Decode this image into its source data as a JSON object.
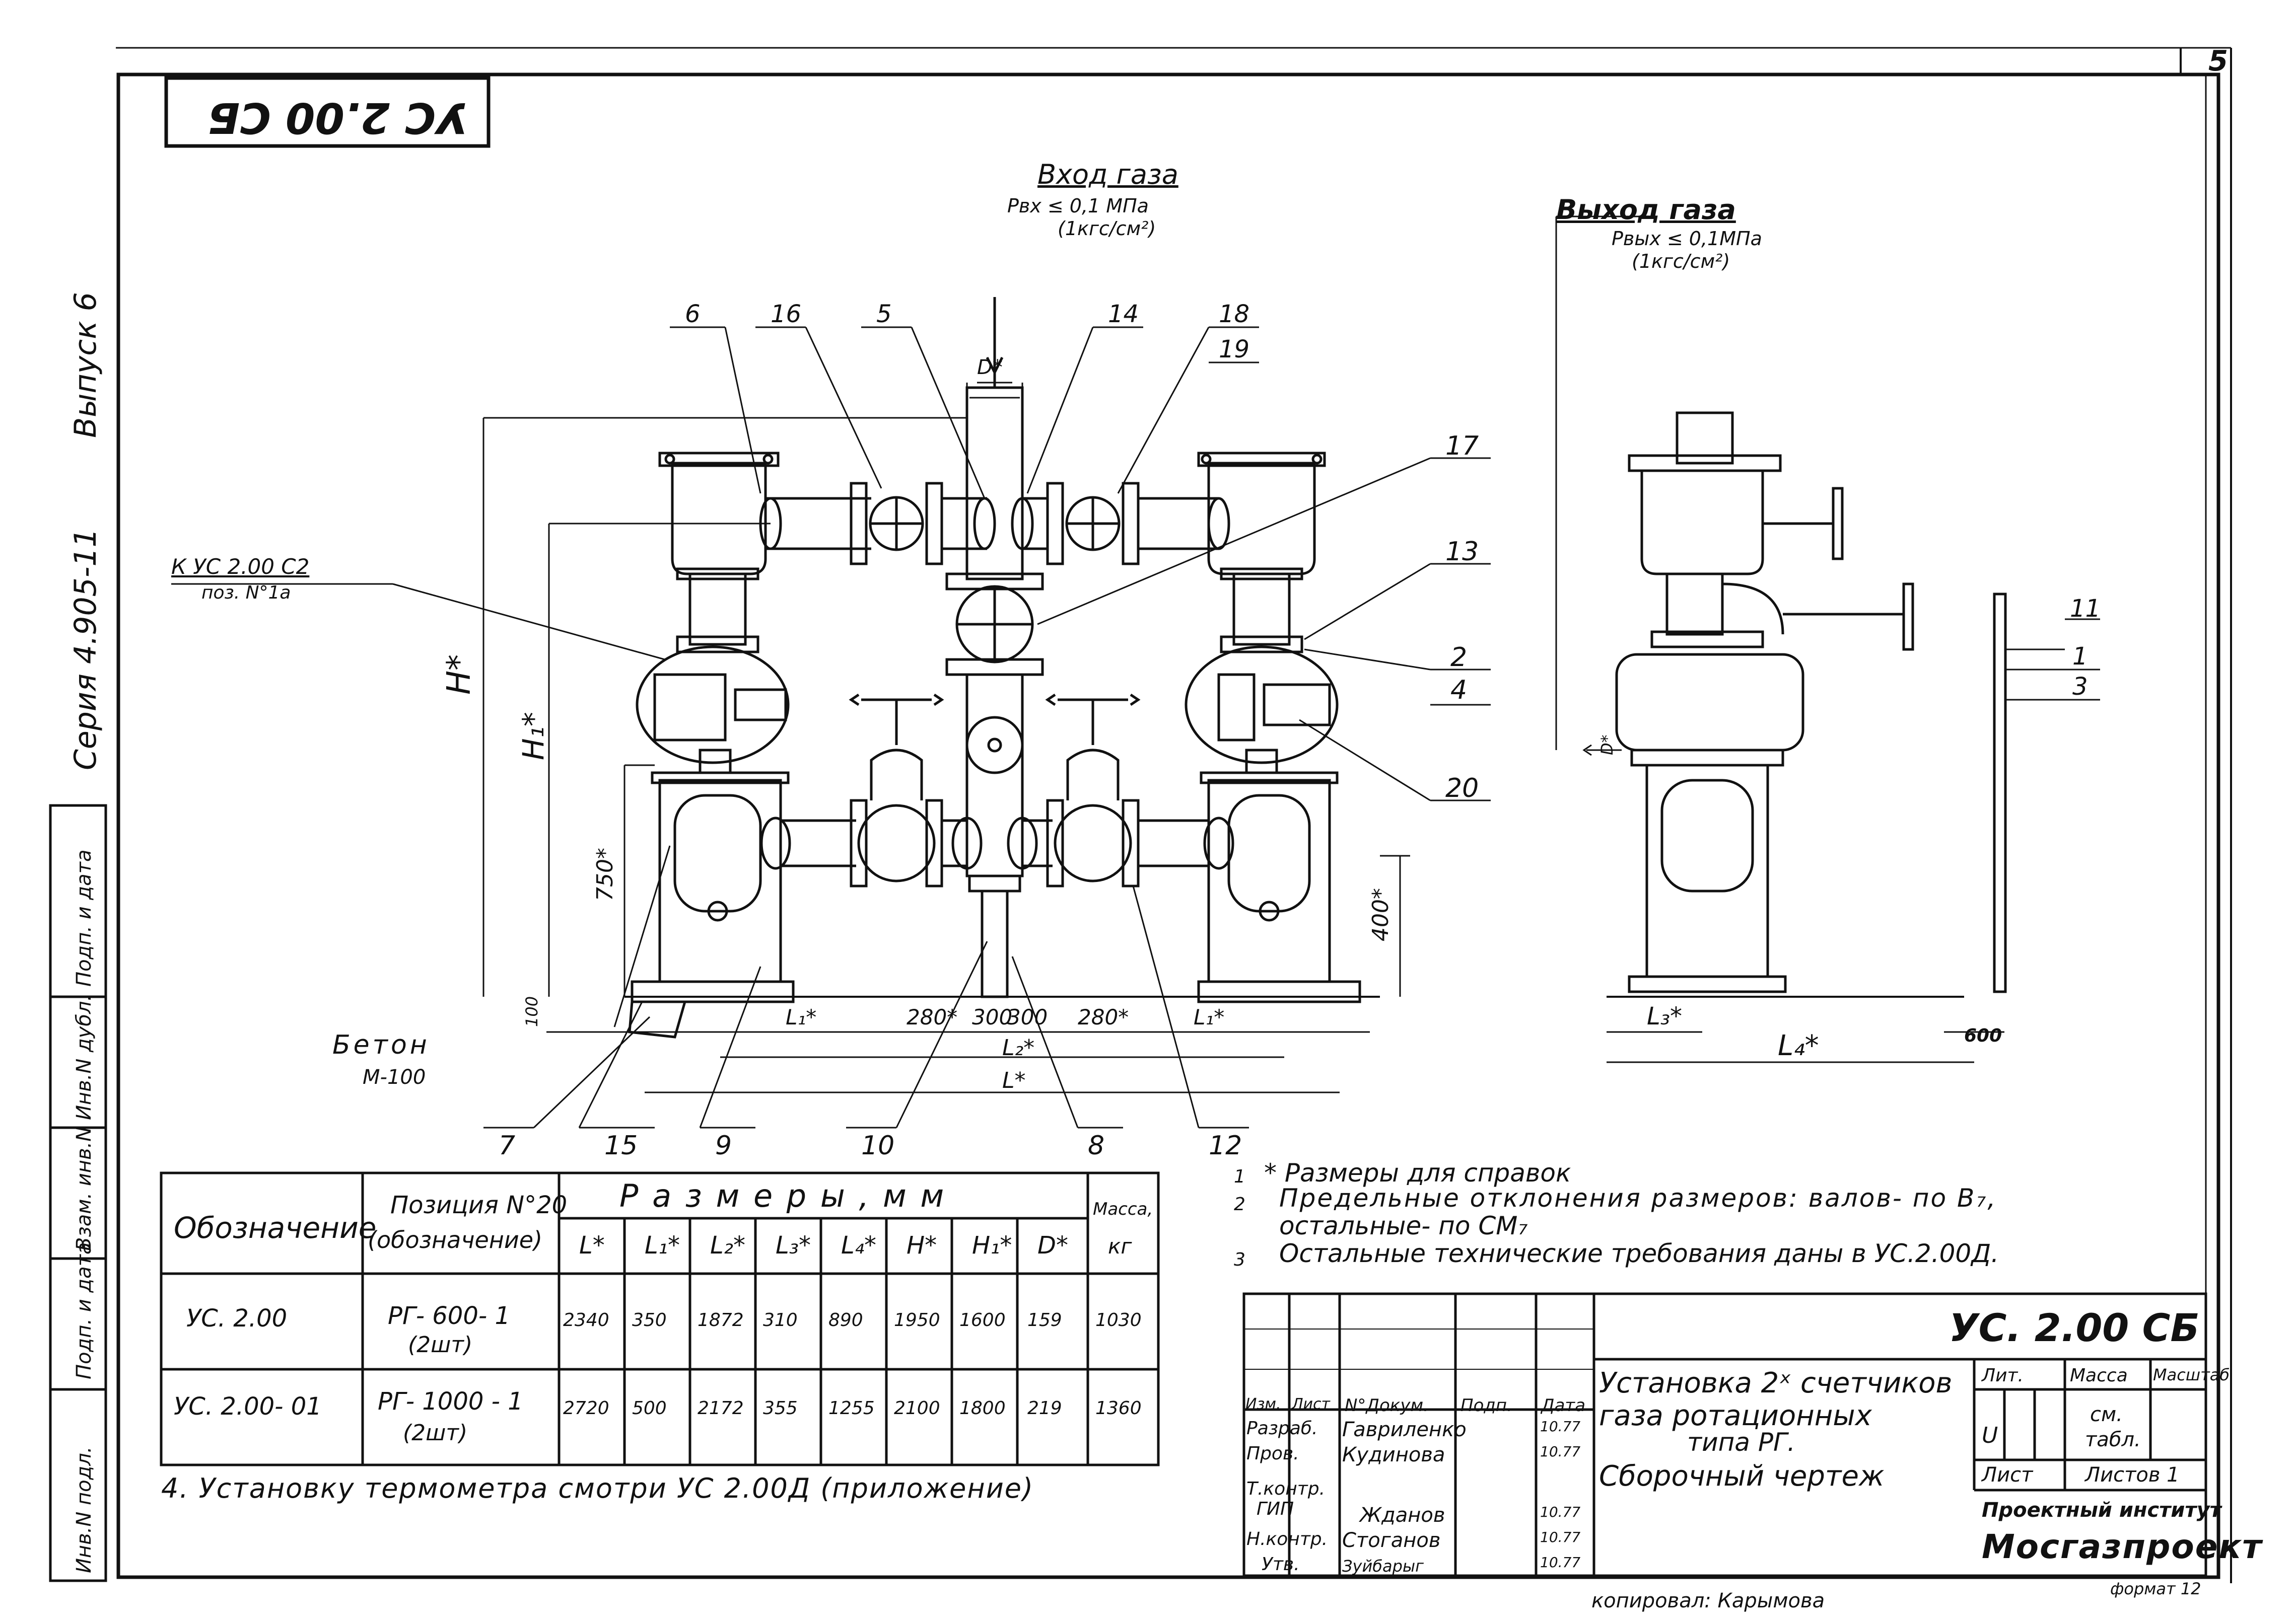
{
  "sheet": {
    "page_number": "5",
    "code_rotated": "УС 2.00 СБ",
    "format": "формат 12",
    "copied": "копировал: Карымова"
  },
  "left_margin": {
    "issue": "Выпуск 6",
    "series": "Серия 4.905-11",
    "stamp_cells": [
      "Инв.N подл.",
      "Подп. и дата",
      "Взам. инв.N",
      "Инв.N дубл.",
      "Подп. и дата"
    ]
  },
  "diagram": {
    "gas_inlet": "Вход газа",
    "gas_inlet_p1": "Рвх ≤ 0,1 МПа",
    "gas_inlet_p2": "(1кгс/см²)",
    "gas_outlet": "Выход газа",
    "gas_outlet_p1": "Рвых ≤ 0,1МПа",
    "gas_outlet_p2": "(1кгс/см²)",
    "link_ref": "К УС 2.00 С2",
    "link_pos": "поз. N°1а",
    "concrete": "Бетон",
    "concrete_grade": "М-100",
    "dim_D": "D*",
    "dim_H": "H*",
    "dim_H1": "H₁*",
    "dim_750": "750*",
    "dim_400": "400*",
    "dim_100": "100",
    "dim_L1a": "L₁*",
    "dim_L1b": "L₁*",
    "dim_280a": "280*",
    "dim_300a": "300",
    "dim_300b": "300",
    "dim_280b": "280*",
    "dim_L2": "L₂*",
    "dim_L": "L*",
    "dim_L3": "L₃*",
    "dim_L4": "L₄*",
    "dim_600": "600",
    "dim_D_side": "D*",
    "pos": {
      "p6": "6",
      "p16": "16",
      "p5": "5",
      "p14": "14",
      "p18": "18",
      "p19": "19",
      "p17": "17",
      "p13": "13",
      "p2": "2",
      "p4": "4",
      "p20": "20",
      "p7": "7",
      "p15": "15",
      "p9": "9",
      "p10": "10",
      "p8": "8",
      "p12": "12",
      "p11": "11",
      "p1": "1",
      "p3": "3"
    }
  },
  "notes": {
    "n1_num": "1",
    "n1": "* Размеры для справок",
    "n2_num": "2",
    "n2a": "Предельные отклонения размеров: валов- по В₇,",
    "n2b": "остальные- по СМ₇",
    "n3_num": "3",
    "n3": "Остальные технические требования даны в УС.2.00Д.",
    "n4": "4. Установку термометра смотри УС 2.00Д (приложение)"
  },
  "table": {
    "col_designation": "Обозначение",
    "col_position_1": "Позиция N°20",
    "col_position_2": "(обозначение)",
    "col_sizes": "Р а з м е р ы ,   м м",
    "col_mass_1": "Масса,",
    "col_mass_2": "кг",
    "size_headers": [
      "L*",
      "L₁*",
      "L₂*",
      "L₃*",
      "L₄*",
      "H*",
      "H₁*",
      "D*"
    ],
    "rows": [
      {
        "designation": "УС. 2.00",
        "position": "РГ- 600- 1",
        "position_qty": "(2шт)",
        "values": [
          "2340",
          "350",
          "1872",
          "310",
          "890",
          "1950",
          "1600",
          "159"
        ],
        "mass": "1030"
      },
      {
        "designation": "УС. 2.00- 01",
        "position": "РГ- 1000 - 1",
        "position_qty": "(2шт)",
        "values": [
          "2720",
          "500",
          "2172",
          "355",
          "1255",
          "2100",
          "1800",
          "219"
        ],
        "mass": "1360"
      }
    ]
  },
  "title_block": {
    "code": "УС. 2.00 СБ",
    "title_1": "Установка 2ˣ счетчиков",
    "title_2": "газа ротационных",
    "title_3": "типа РГ.",
    "title_4": "Сборочный чертеж",
    "hdr_izm": "Изм.",
    "hdr_list": "Лист",
    "hdr_doc": "N°Докум.",
    "hdr_sign": "Подп.",
    "hdr_date": "Дата",
    "roles": [
      "Разраб.",
      "Пров.",
      "Т.контр.",
      "ГИП",
      "Н.контр.",
      "Утв."
    ],
    "names": [
      "Гавриленко",
      "Кудинова",
      "",
      "Жданов",
      "Стоганов",
      "Зуйбарыг"
    ],
    "dates": [
      "10.77",
      "10.77",
      "",
      "10.77",
      "10.77",
      "10.77"
    ],
    "lit_label": "Лит.",
    "mass_label": "Масса",
    "scale_label": "Масштаб",
    "lit_value": "U",
    "mass_value_1": "см.",
    "mass_value_2": "табл.",
    "sheet_label": "Лист",
    "sheets_label": "Листов 1",
    "org_1": "Проектный институт",
    "org_2": "Мосгазпроект"
  }
}
